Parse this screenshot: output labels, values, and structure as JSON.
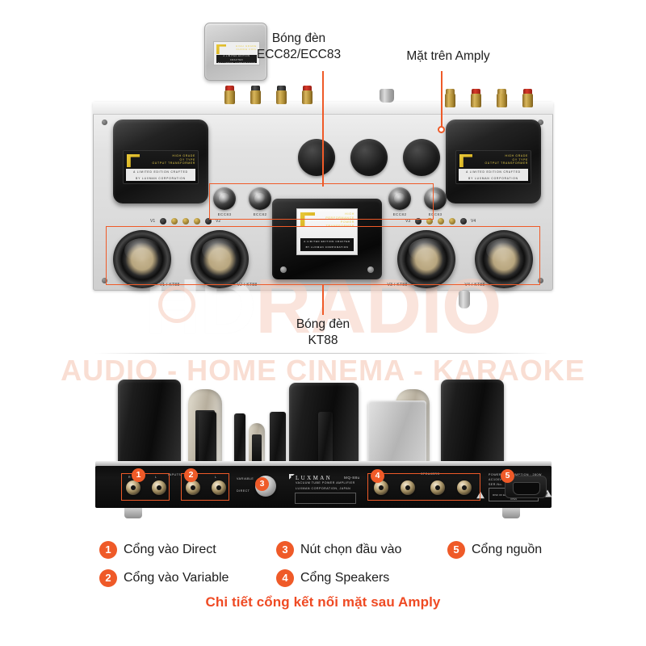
{
  "annotations": {
    "tube_ecc": {
      "line1": "Bóng đèn",
      "line2": "ECC82/ECC83"
    },
    "top_face": {
      "line1": "Mặt trên Amply"
    },
    "tube_kt": {
      "line1": "Bóng đèn",
      "line2": "KT88"
    }
  },
  "amp_top": {
    "ecc_labels": [
      "ECC83",
      "ECC82",
      "ECC82",
      "ECC83"
    ],
    "kt_labels": [
      "V1 / KT88",
      "V2 / KT88",
      "V3 / KT88",
      "V4 / KT88"
    ],
    "bias_labels_left": [
      "V1",
      "V2"
    ],
    "bias_labels_right": [
      "V3",
      "V4"
    ],
    "transformer_plate": {
      "brand_line1": "HIGH GRADE",
      "brand_line2": "OY TYPE",
      "brand_line3": "OUTPUT TRANSFORMER",
      "bar_line1": "A LIMITED EDITION CRAFTED",
      "bar_line2": "BY  LUXMAN  CORPORATION"
    },
    "center_plate": {
      "brand_line1": "HIGH",
      "brand_line2": "PERFORMANCE",
      "brand_line3": "POWER TRANSFORMER",
      "bar_line1": "A LIMITED EDITION CRAFTED",
      "bar_line2": "BY  LUXMAN  CORPORATION"
    },
    "choke_plate": {
      "brand_line1": "HIGH GRADE",
      "brand_line2": "CHOKE COIL",
      "bar_line1": "A LIMITED EDITION CRAFTED",
      "bar_line2": "BY  LUXMAN  CORPORATION"
    }
  },
  "amp_rear": {
    "brand": "LUXMAN",
    "model": "MQ-88u",
    "brand_sub": "VACUUM TUBE POWER AMPLIFIER",
    "brand_corp": "LUXMAN CORPORATION, JAPAN",
    "inputs_label": "INPUTS",
    "switch_upper": "VARIABLE",
    "switch_lower": "DIRECT",
    "channel_r": "R",
    "channel_l": "L",
    "speakers_label": "SPEAKERS",
    "power_line1": "POWER CONSUMPTION : 280W",
    "power_line2": "AC100V    50/60Hz",
    "power_line3": "SER.No.",
    "caution_title": "CAUTION",
    "caution_body": "RISK OF ELECTRIC SHOCK DO NOT OPEN",
    "badges": [
      "1",
      "2",
      "3",
      "4",
      "5"
    ]
  },
  "legend": {
    "items": [
      {
        "num": "1",
        "label": "Cổng vào Direct"
      },
      {
        "num": "2",
        "label": "Cổng vào Variable"
      },
      {
        "num": "3",
        "label": "Nút chọn đầu vào"
      },
      {
        "num": "4",
        "label": "Cổng Speakers"
      },
      {
        "num": "5",
        "label": "Cổng nguồn"
      }
    ],
    "footer_title": "Chi tiết cổng kết nối mặt sau Amply"
  },
  "watermark": {
    "main_hd": "HD",
    "main_rest": "RADIO",
    "sub": "AUDIO - HOME CINEMA - KARAOKE"
  },
  "colors": {
    "accent": "#ef5a28",
    "footer_title": "#ef4a23",
    "text": "#1d1d1d"
  }
}
